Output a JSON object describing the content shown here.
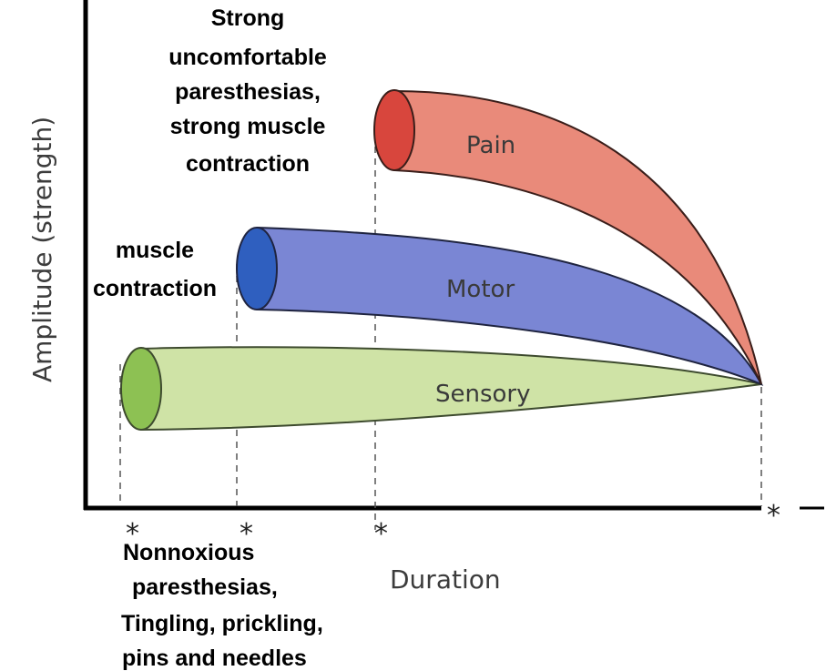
{
  "axes": {
    "y_label": "Amplitude (strength)",
    "x_label": "Duration"
  },
  "bands": {
    "pain": {
      "label": "Pain",
      "color": "#e98a7a",
      "cap_color": "#d8463d"
    },
    "motor": {
      "label": "Motor",
      "color": "#7a86d4",
      "cap_color": "#2f5fbf"
    },
    "sensory": {
      "label": "Sensory",
      "color": "#cfe3a6",
      "cap_color": "#8dc153"
    }
  },
  "annotations": {
    "pain_lines": [
      "Strong",
      "uncomfortable",
      "paresthesias,",
      "strong muscle",
      "contraction"
    ],
    "motor_lines": [
      "muscle",
      "contraction"
    ],
    "sensory_lines": [
      "Nonnoxious",
      "paresthesias,",
      "Tingling, prickling,",
      "pins and needles"
    ]
  },
  "markers": {
    "symbol": "*"
  }
}
